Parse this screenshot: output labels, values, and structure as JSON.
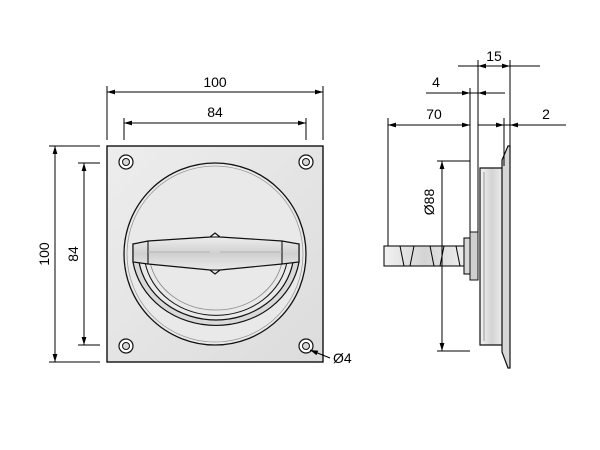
{
  "colors": {
    "plate_fill": "#e7e7e7",
    "plate_stroke": "#111111",
    "shade_dark": "#bdbdbd",
    "line": "#000000",
    "background": "#ffffff"
  },
  "dimensions": {
    "front_width_outer": "100",
    "front_width_inner": "84",
    "front_height_outer": "100",
    "front_height_inner": "84",
    "hole_diameter": "Ø4",
    "side_total": "15",
    "side_offset": "4",
    "side_shaft": "70",
    "side_plate": "2",
    "cutout_diameter": "Ø88"
  },
  "icons": {
    "screw_hole": "countersunk-hole-icon",
    "handle": "flush-ring-handle-icon"
  }
}
